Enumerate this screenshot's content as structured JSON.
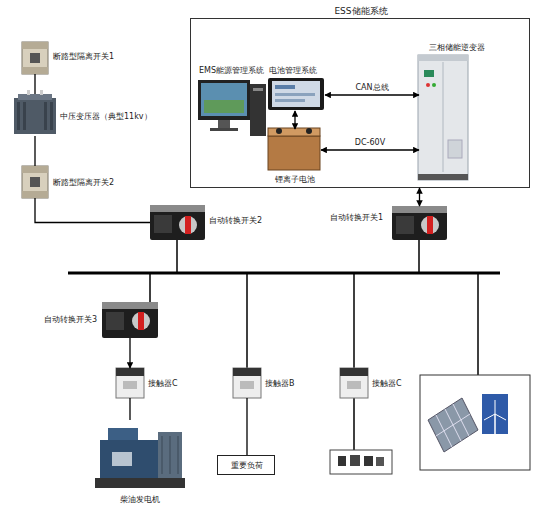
{
  "diagram": {
    "nodes": [
      {
        "text": [
          "ESS储能系统"
        ]
      },
      {
        "text": [
          "EMS能源管理系统"
        ],
        "in": 0
      },
      {
        "text": [
          "电池管理系统"
        ],
        "in": 0
      },
      {
        "text": [
          "锂离子电池"
        ],
        "in": 0
      },
      {
        "text": [
          "三相储能逆变器"
        ],
        "in": 0
      },
      {
        "text": [
          "断路型隔离开关1"
        ]
      },
      {
        "text": [
          "中压变压器（典型11kv）"
        ]
      },
      {
        "text": [
          "断路型隔离开关2"
        ]
      },
      {
        "text": [
          "自动转换开关2"
        ]
      },
      {
        "text": [
          "自动转换开关1"
        ]
      },
      {
        "text": [
          "自动转换开关3"
        ]
      },
      {
        "text": [
          "接触器C"
        ]
      },
      {
        "text": [
          "柴油发电机"
        ]
      },
      {
        "text": [
          "接触器B"
        ]
      },
      {
        "text": [
          "重要负荷"
        ]
      },
      {
        "text": [
          "接触器C"
        ]
      }
    ],
    "edges": [
      {
        "from": 2,
        "to": 4,
        "label": "CAN总线",
        "arrow": "both"
      },
      {
        "from": 3,
        "to": 4,
        "label": "DC-60V",
        "arrow": "both"
      },
      {
        "from": 2,
        "to": 3,
        "arrow": "both"
      },
      {
        "from": 5,
        "to": 6,
        "arrow": "none"
      },
      {
        "from": 6,
        "to": 7,
        "arrow": "none"
      },
      {
        "from": 7,
        "to": 8,
        "arrow": "none"
      },
      {
        "from": 9,
        "to": 0,
        "arrow": "both"
      },
      {
        "from": 10,
        "to": 11,
        "arrow": "to"
      },
      {
        "from": 11,
        "to": 12,
        "arrow": "none"
      },
      {
        "from": 13,
        "to": 14,
        "arrow": "none"
      }
    ]
  }
}
